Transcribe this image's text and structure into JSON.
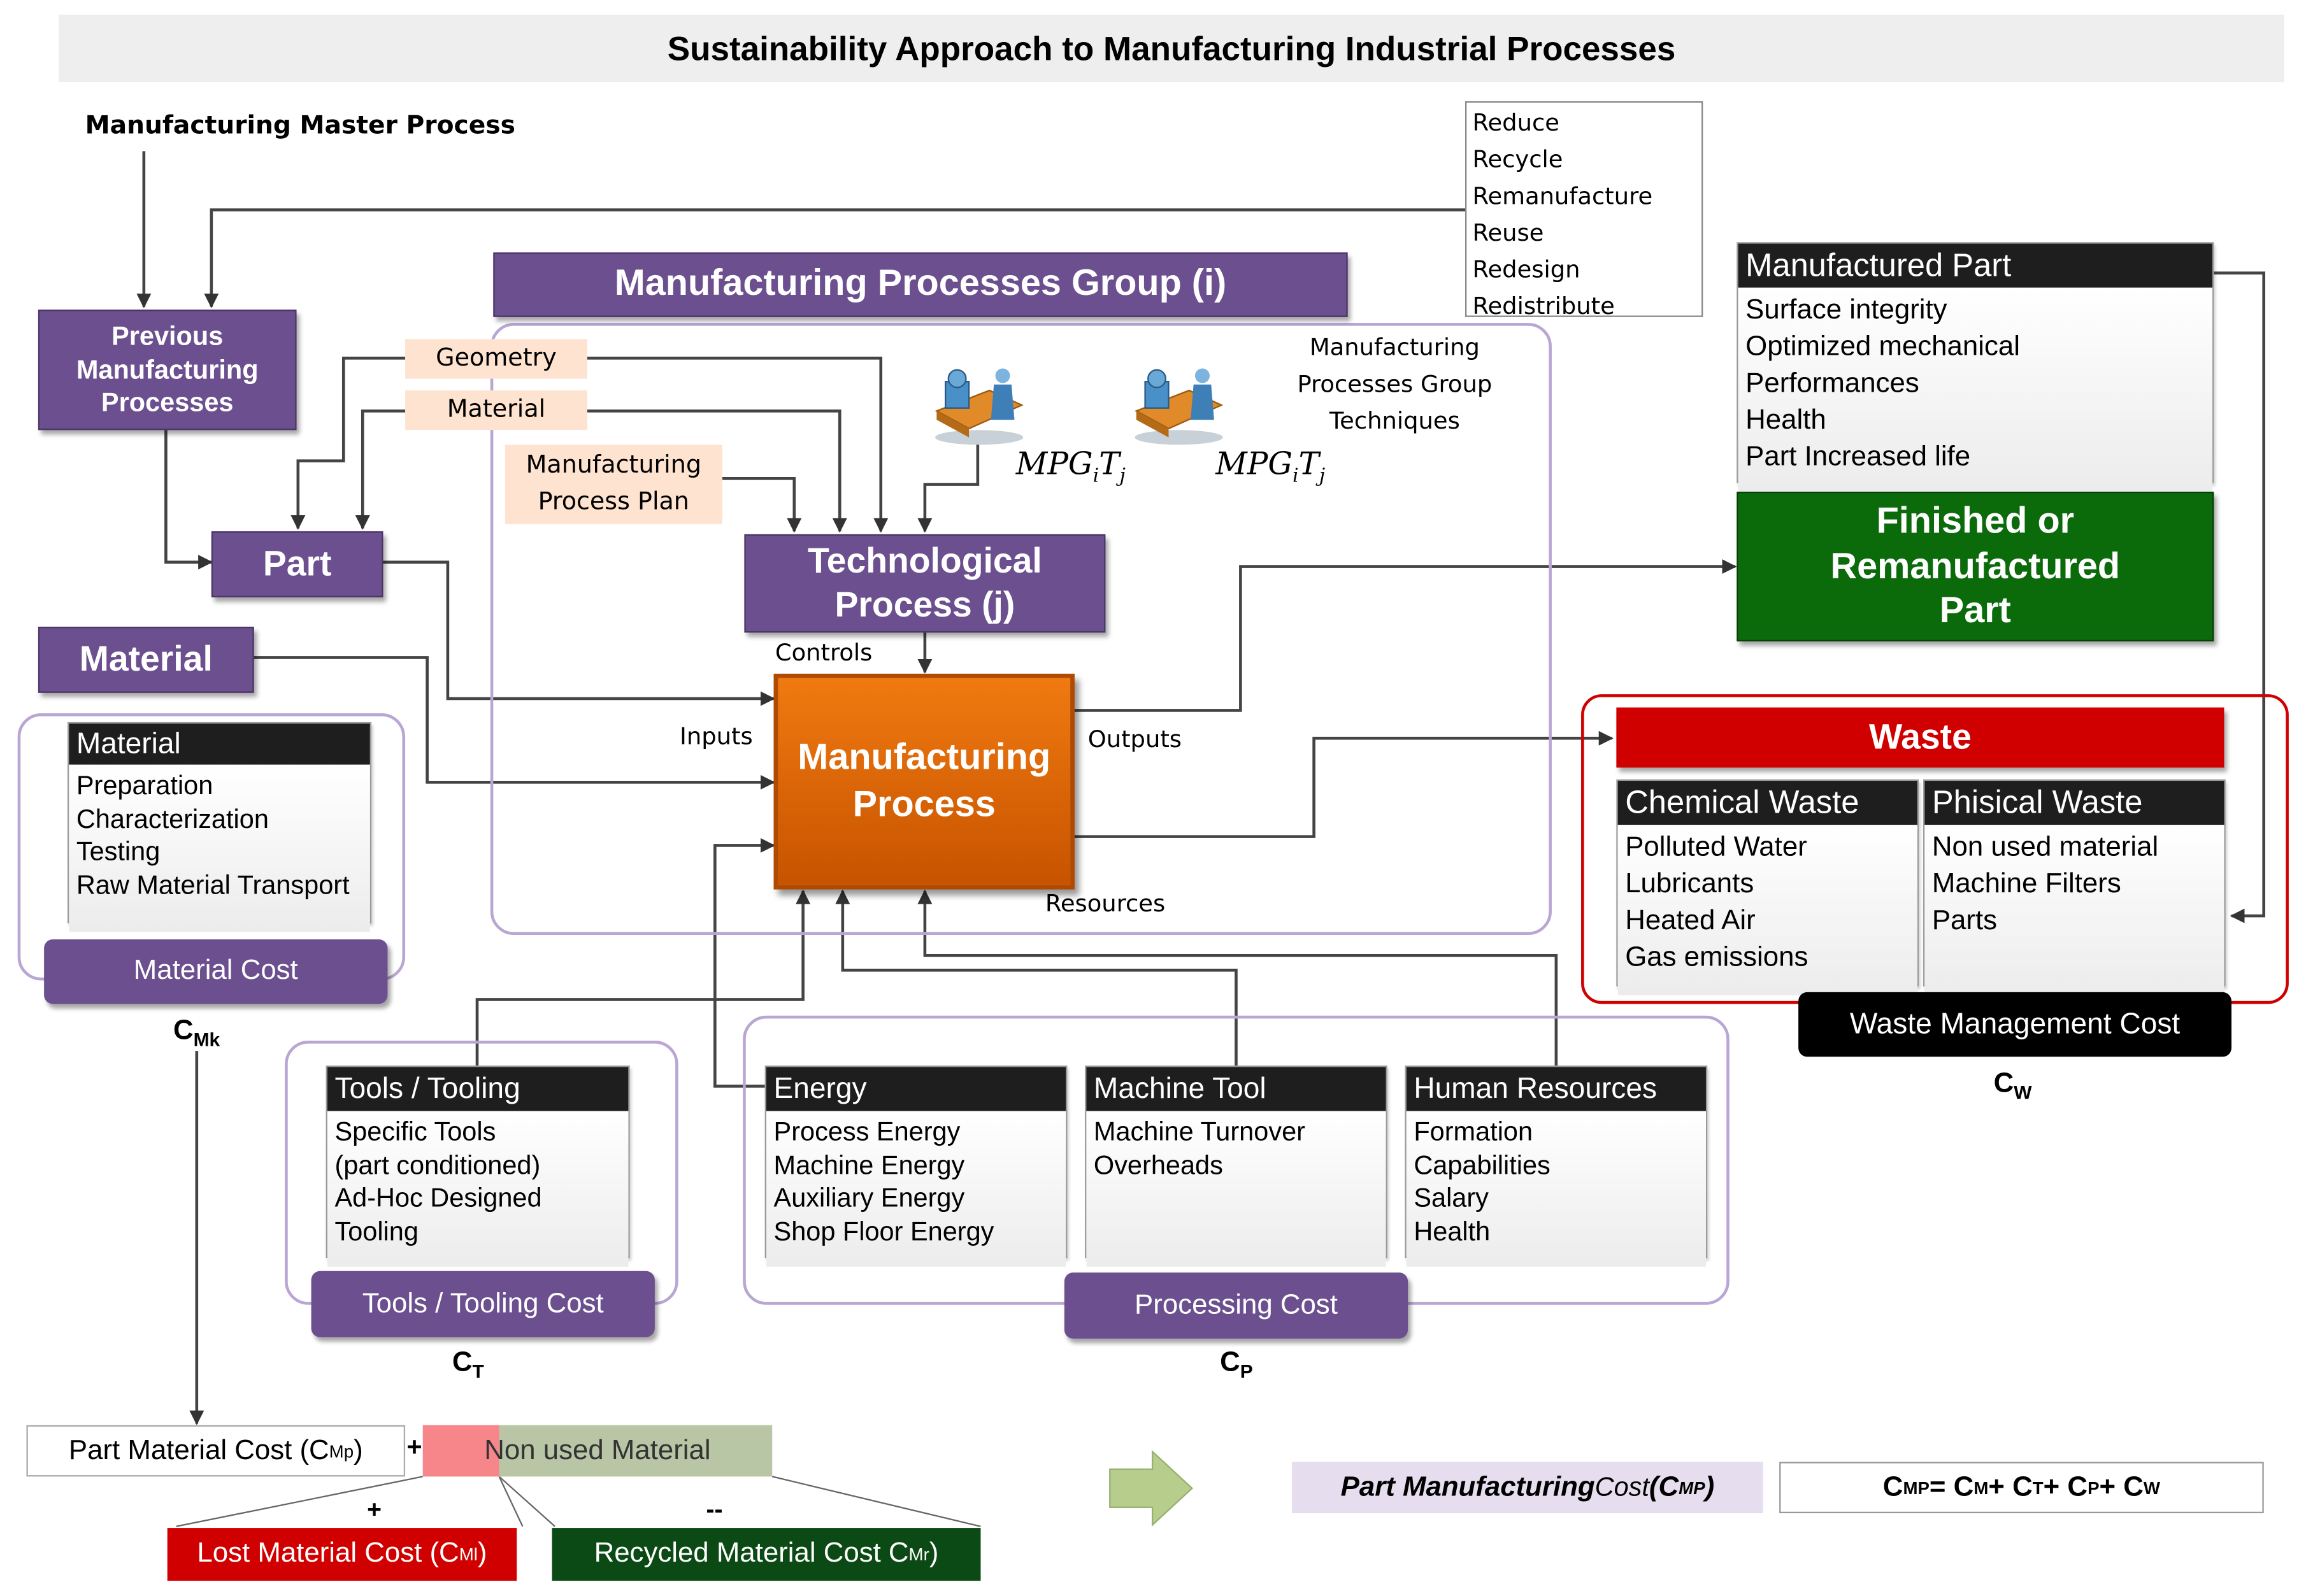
{
  "title": "Sustainability Approach to Manufacturing Industrial Processes",
  "master_process": "Manufacturing Master Process",
  "sustainability_list": [
    "Reduce",
    "Recycle",
    "Remanufacture",
    "Reuse",
    "Redesign",
    "Redistribute"
  ],
  "previous_processes": [
    "Previous",
    "Manufacturing",
    "Processes"
  ],
  "part": "Part",
  "material": "Material",
  "mpg_header": "Manufacturing Processes Group (i)",
  "mpg_techniques": [
    "Manufacturing",
    "Processes Group",
    "Techniques"
  ],
  "mpg_symbol": {
    "base": "MPG",
    "sub_i": "i",
    "t": "T",
    "sub_j": "j"
  },
  "geometry": "Geometry",
  "material_input": "Material",
  "process_plan": [
    "Manufacturing",
    "Process Plan"
  ],
  "tech_process": [
    "Technological",
    "Process (j)"
  ],
  "controls": "Controls",
  "inputs": "Inputs",
  "outputs": "Outputs",
  "resources": "Resources",
  "manufacturing_process": [
    "Manufacturing",
    "Process"
  ],
  "manufactured_part": {
    "title": "Manufactured Part",
    "items": [
      "Surface integrity",
      "Optimized mechanical",
      "Performances",
      "Health",
      "Part Increased life"
    ]
  },
  "finished_part": [
    "Finished or",
    "Remanufactured",
    "Part"
  ],
  "waste": {
    "title": "Waste",
    "chemical": {
      "title": "Chemical Waste",
      "items": [
        "Polluted Water",
        "Lubricants",
        "Heated Air",
        "Gas emissions"
      ]
    },
    "physical": {
      "title": "Phisical Waste",
      "items": [
        "Non used material",
        "Machine Filters",
        "Parts"
      ]
    },
    "cost": "Waste Management Cost",
    "symbol": {
      "base": "C",
      "sub": "W"
    }
  },
  "material_card": {
    "title": "Material",
    "items": [
      "Preparation",
      "Characterization",
      "Testing",
      "Raw Material Transport"
    ],
    "cost": "Material Cost",
    "symbol": {
      "base": "C",
      "sub": "Mk"
    }
  },
  "tools_card": {
    "title": "Tools / Tooling",
    "items": [
      "Specific Tools",
      "(part conditioned)",
      "Ad-Hoc Designed",
      "Tooling"
    ],
    "cost": "Tools / Tooling Cost",
    "symbol": {
      "base": "C",
      "sub": "T"
    }
  },
  "energy_card": {
    "title": "Energy",
    "items": [
      "Process Energy",
      "Machine Energy",
      "Auxiliary Energy",
      "Shop Floor Energy"
    ]
  },
  "machine_card": {
    "title": "Machine Tool",
    "items": [
      "Machine Turnover",
      "Overheads"
    ]
  },
  "human_card": {
    "title": "Human Resources",
    "items": [
      "Formation",
      "Capabilities",
      "Salary",
      "Health"
    ]
  },
  "processing_cost": {
    "label": "Processing Cost",
    "symbol": {
      "base": "C",
      "sub": "P"
    }
  },
  "part_material_cost": {
    "label": "Part Material Cost (C",
    "sub": "Mp",
    "close": ")"
  },
  "plus": "+",
  "minus": "--",
  "non_used_material": "Non used Material",
  "lost_material": {
    "label": "Lost Material Cost (C",
    "sub": "Ml",
    "close": ")"
  },
  "recycled_material": {
    "label": "Recycled Material Cost C",
    "sub": "Mr",
    "close": ")"
  },
  "part_mfg_cost": {
    "label": "Part Manufacturing ",
    "cost_word": "Cost",
    "open": " (C",
    "sub": "MP",
    "close": ")"
  },
  "equation": {
    "lhs": "C",
    "lhs_sub": "MP",
    "eq": " = C",
    "m": "M",
    "p1": " + C",
    "t": "T",
    "p2": " + C",
    "p": "P",
    "p3": " + C",
    "w": "W"
  },
  "colors": {
    "purple": "#6b4f8f",
    "orange": "#e86c0a",
    "green": "#0b6b0b",
    "red": "#d00000",
    "peach": "#fde3d0"
  }
}
